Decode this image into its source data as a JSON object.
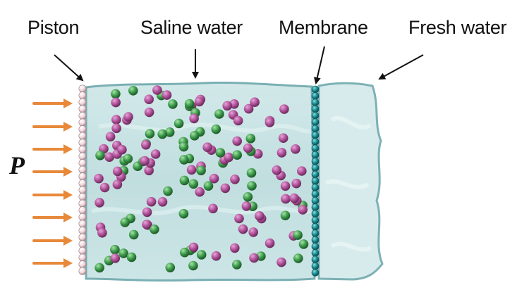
{
  "labels": {
    "piston": "Piston",
    "saline_water": "Saline water",
    "membrane": "Membrane",
    "fresh_water": "Fresh water",
    "pressure": "P"
  },
  "colors": {
    "water": "#bfe0e0",
    "water_edge": "#6fa9ad",
    "piston_bead": "#f1d8dc",
    "membrane_bead": "#1c8f94",
    "ion_magenta": "#b1529a",
    "ion_green": "#3d9a4c",
    "arrow": "#e8893a",
    "callout": "#111111"
  },
  "icons": {
    "pressure_arrow": "right-arrow-icon",
    "callout": "pointer-arrow-icon"
  }
}
